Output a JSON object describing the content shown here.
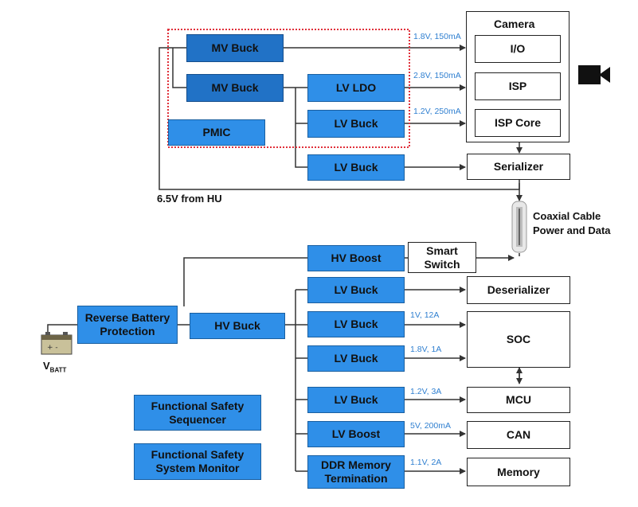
{
  "blocks": {
    "mv_buck_1": "MV Buck",
    "mv_buck_2": "MV Buck",
    "pmic": "PMIC",
    "lv_ldo": "LV LDO",
    "lv_buck_cam": "LV Buck",
    "lv_buck_ser": "LV Buck",
    "camera": "Camera",
    "io": "I/O",
    "isp": "ISP",
    "isp_core": "ISP Core",
    "serializer": "Serializer",
    "hv_boost": "HV Boost",
    "smart_switch_1": "Smart",
    "smart_switch_2": "Switch",
    "reverse_battery_1": "Reverse Battery",
    "reverse_battery_2": "Protection",
    "hv_buck": "HV Buck",
    "lv_buck_deser": "LV Buck",
    "lv_buck_soc": "LV Buck",
    "lv_buck_soc2": "LV Buck",
    "lv_buck_mcu": "LV Buck",
    "lv_boost": "LV Boost",
    "ddr_1": "DDR Memory",
    "ddr_2": "Termination",
    "deserializer": "Deserializer",
    "soc": "SOC",
    "mcu": "MCU",
    "can": "CAN",
    "memory": "Memory",
    "fs_seq_1": "Functional Safety",
    "fs_seq_2": "Sequencer",
    "fs_mon_1": "Functional Safety",
    "fs_mon_2": "System Monitor"
  },
  "annotations": {
    "io_rail": "1.8V, 150mA",
    "isp_rail": "2.8V, 150mA",
    "isp_core_rail": "1.2V, 250mA",
    "soc_rail_1": "1V, 12A",
    "soc_rail_2": "1.8V, 1A",
    "mcu_rail": "1.2V, 3A",
    "can_rail": "5V, 200mA",
    "memory_rail": "1.1V, 2A"
  },
  "labels": {
    "from_hu": "6.5V from HU",
    "coax_1": "Coaxial Cable",
    "coax_2": "Power and Data",
    "vbatt_main": "V",
    "vbatt_sub": "BATT"
  },
  "colors": {
    "block_blue": "#2f8fe8",
    "block_dark_blue": "#2172c6",
    "annotation_blue": "#2f7fd0",
    "pmic_boundary_red": "#e0303a",
    "wire": "#333333"
  },
  "icons": [
    "camera-icon",
    "battery-icon",
    "coaxial-cable-icon"
  ]
}
